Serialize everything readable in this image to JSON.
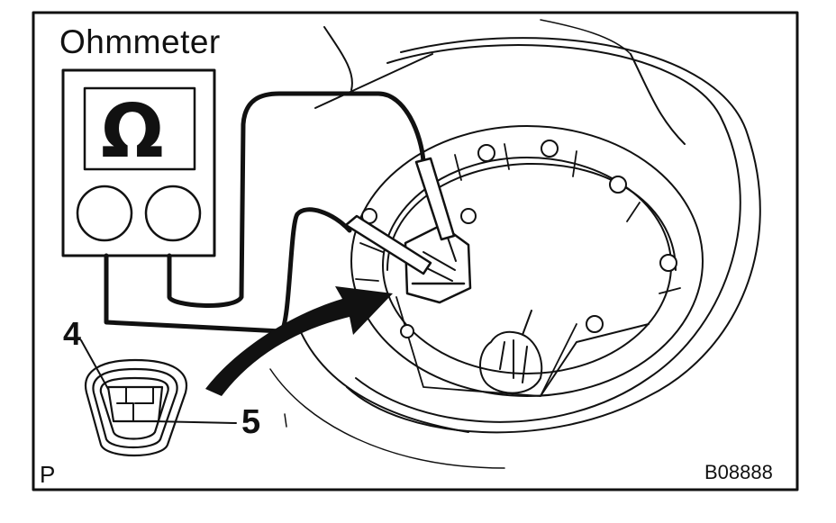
{
  "title": "Ohmmeter",
  "meter_symbol": "Ω",
  "terminal_labels": {
    "pin_a": "4",
    "pin_b": "5"
  },
  "corner_mark": "P",
  "figure_code": "B08888",
  "colors": {
    "ink": "#111111",
    "paper": "#ffffff"
  }
}
